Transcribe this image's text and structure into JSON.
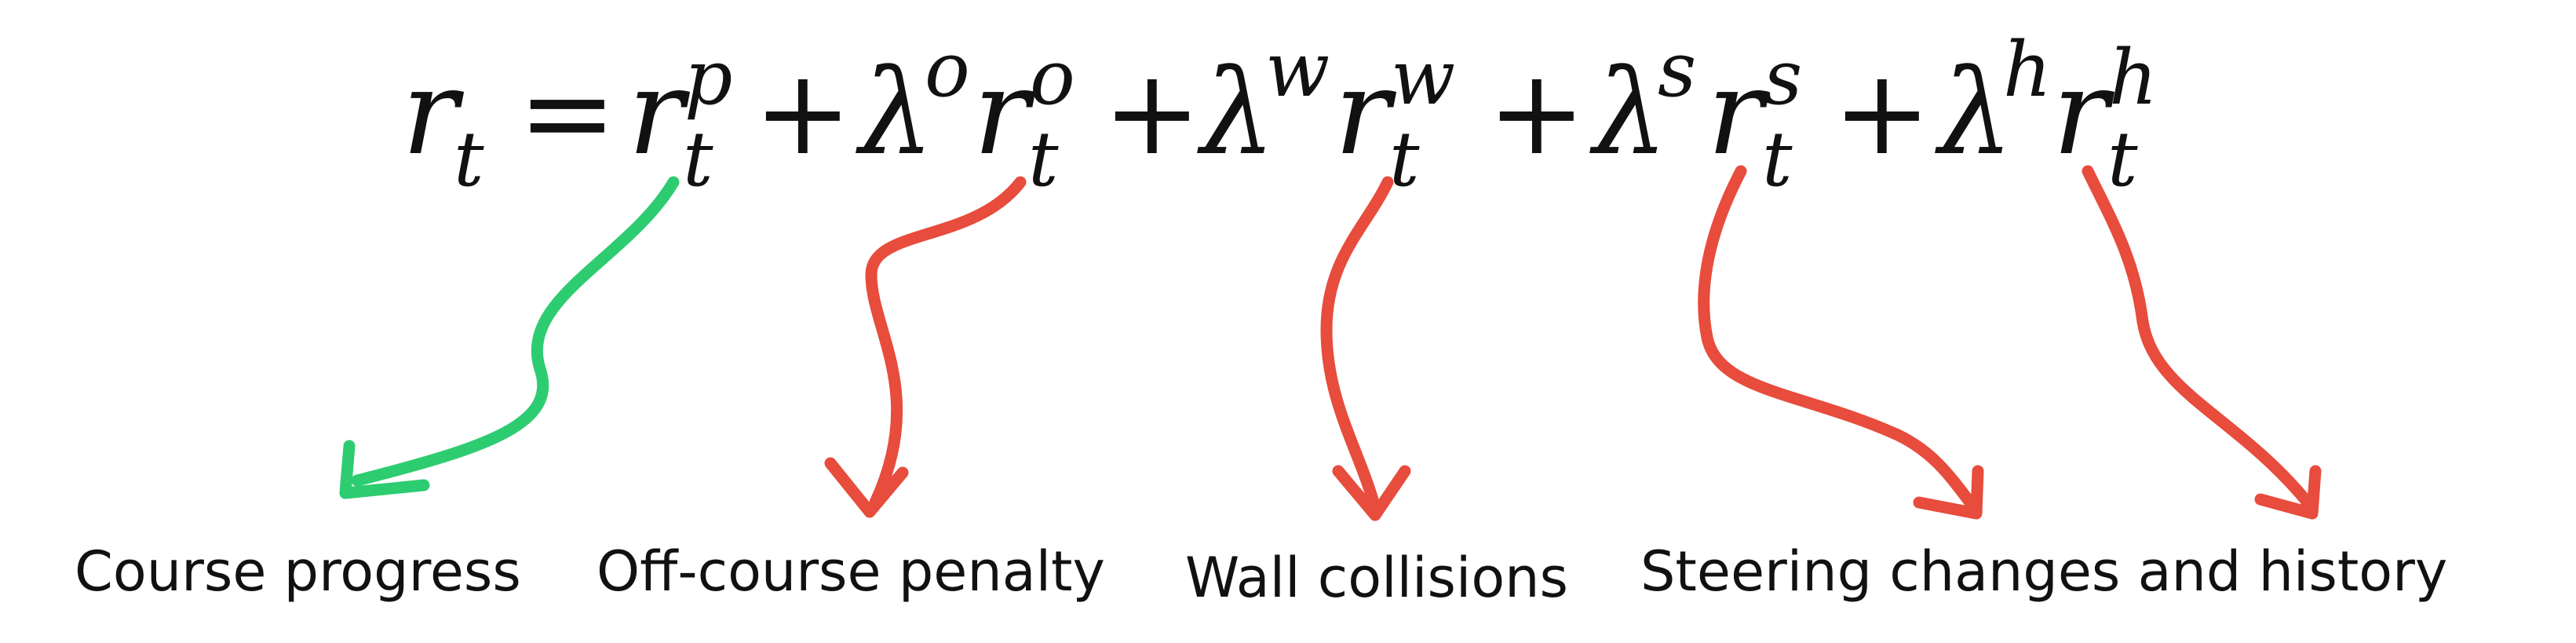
{
  "equation": {
    "lhs": {
      "base": "r",
      "sub": "t"
    },
    "equals": "=",
    "plus": "+",
    "terms": [
      {
        "coef": "",
        "coef_sup": "",
        "base": "r",
        "sub": "t",
        "sup": "p"
      },
      {
        "coef": "λ",
        "coef_sup": "o",
        "base": "r",
        "sub": "t",
        "sup": "o"
      },
      {
        "coef": "λ",
        "coef_sup": "w",
        "base": "r",
        "sub": "t",
        "sup": "w"
      },
      {
        "coef": "λ",
        "coef_sup": "s",
        "base": "r",
        "sub": "t",
        "sup": "s"
      },
      {
        "coef": "λ",
        "coef_sup": "h",
        "base": "r",
        "sub": "t",
        "sup": "h"
      }
    ]
  },
  "labels": [
    "Course progress",
    "Off-course penalty",
    "Wall collisions",
    "Steering changes and history"
  ],
  "colors": {
    "positive_arrow": "#2ecc71",
    "penalty_arrow": "#e74c3c",
    "text": "#111111"
  }
}
